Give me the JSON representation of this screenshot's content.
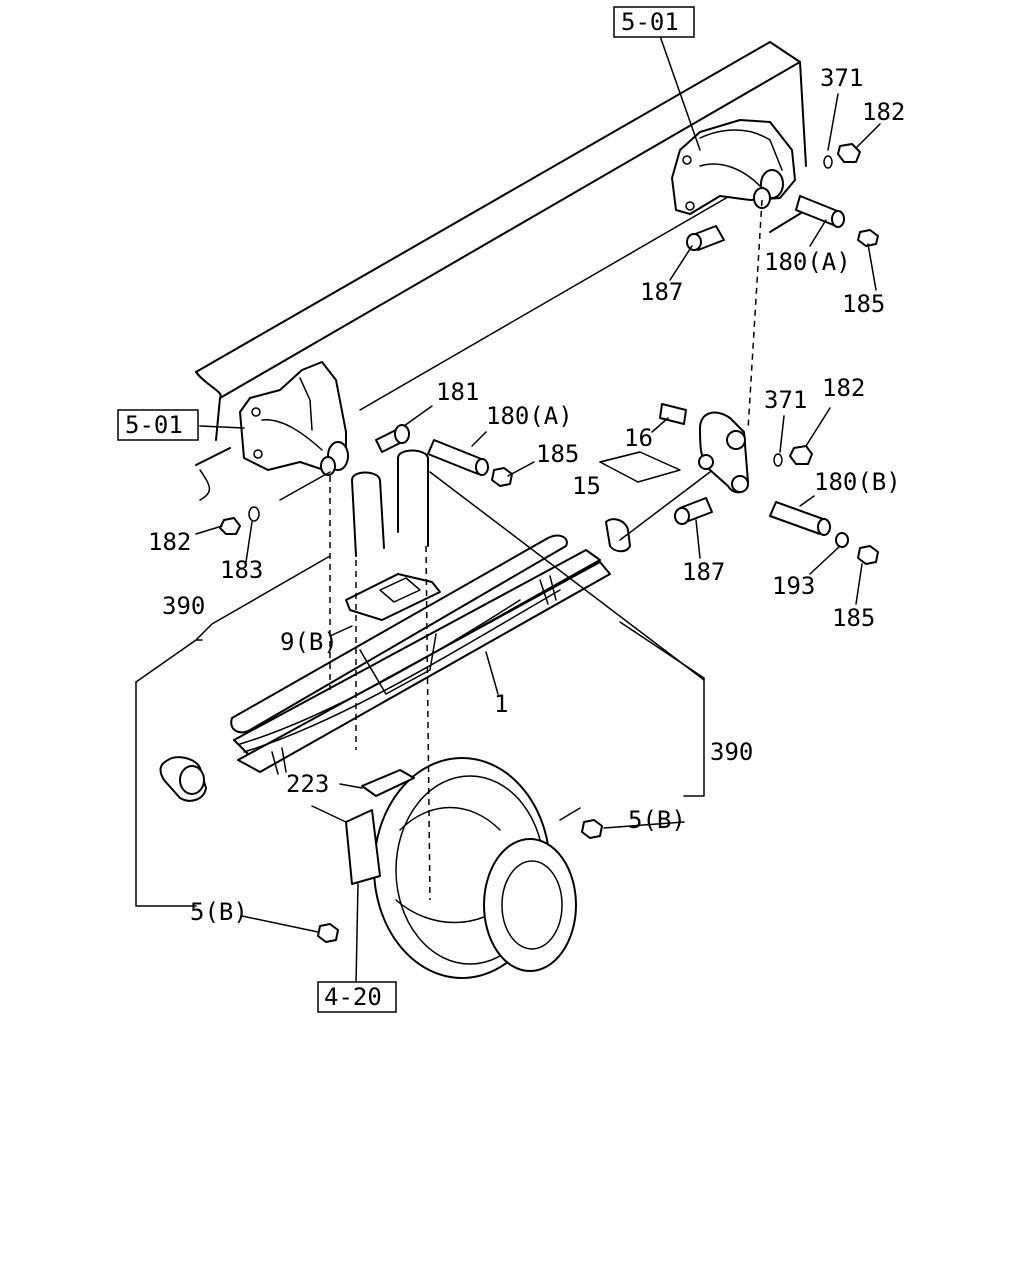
{
  "labels": {
    "ref_5_01_top": "5-01",
    "ref_5_01_left": "5-01",
    "ref_4_20": "4-20",
    "p371_top": "371",
    "p182_top": "182",
    "p180A_top": "180(A)",
    "p185_top": "185",
    "p187_top": "187",
    "p181": "181",
    "p180A_left": "180(A)",
    "p185_left": "185",
    "p16": "16",
    "p15": "15",
    "p371_right": "371",
    "p182_right": "182",
    "p180B": "180(B)",
    "p187_right": "187",
    "p193": "193",
    "p185_right": "185",
    "p182_left": "182",
    "p183": "183",
    "p390_left": "390",
    "p9B": "9(B)",
    "p1": "1",
    "p390_right": "390",
    "p223": "223",
    "p5B_right": "5(B)",
    "p5B_left": "5(B)"
  }
}
